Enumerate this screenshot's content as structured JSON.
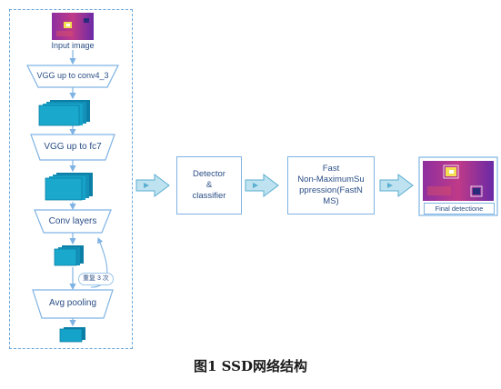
{
  "pipeline": {
    "input_label": "Input image",
    "vgg1_label": "VGG up to conv4_3",
    "vgg2_label": "VGG up to fc7",
    "conv_label": "Conv layers",
    "repeat_label": "重复 3 次",
    "avg_label": "Avg pooling"
  },
  "boxes": {
    "detector": "Detector\n&\nclassifier",
    "nms": "Fast\nNon-MaximumSu\nppression(FastN\nMS)"
  },
  "output": {
    "label": "Final detectione"
  },
  "caption": "图1  SSD网络结构",
  "colors": {
    "line": "#7fb3e3",
    "arrow_fill": "#bfe2f0",
    "arrow_stroke": "#5aaed0",
    "cube_front": "#16a3c9",
    "cube_side": "#0b7fa6",
    "heat_bg": "#b0388f",
    "heat_hot": "#f5e04a"
  }
}
